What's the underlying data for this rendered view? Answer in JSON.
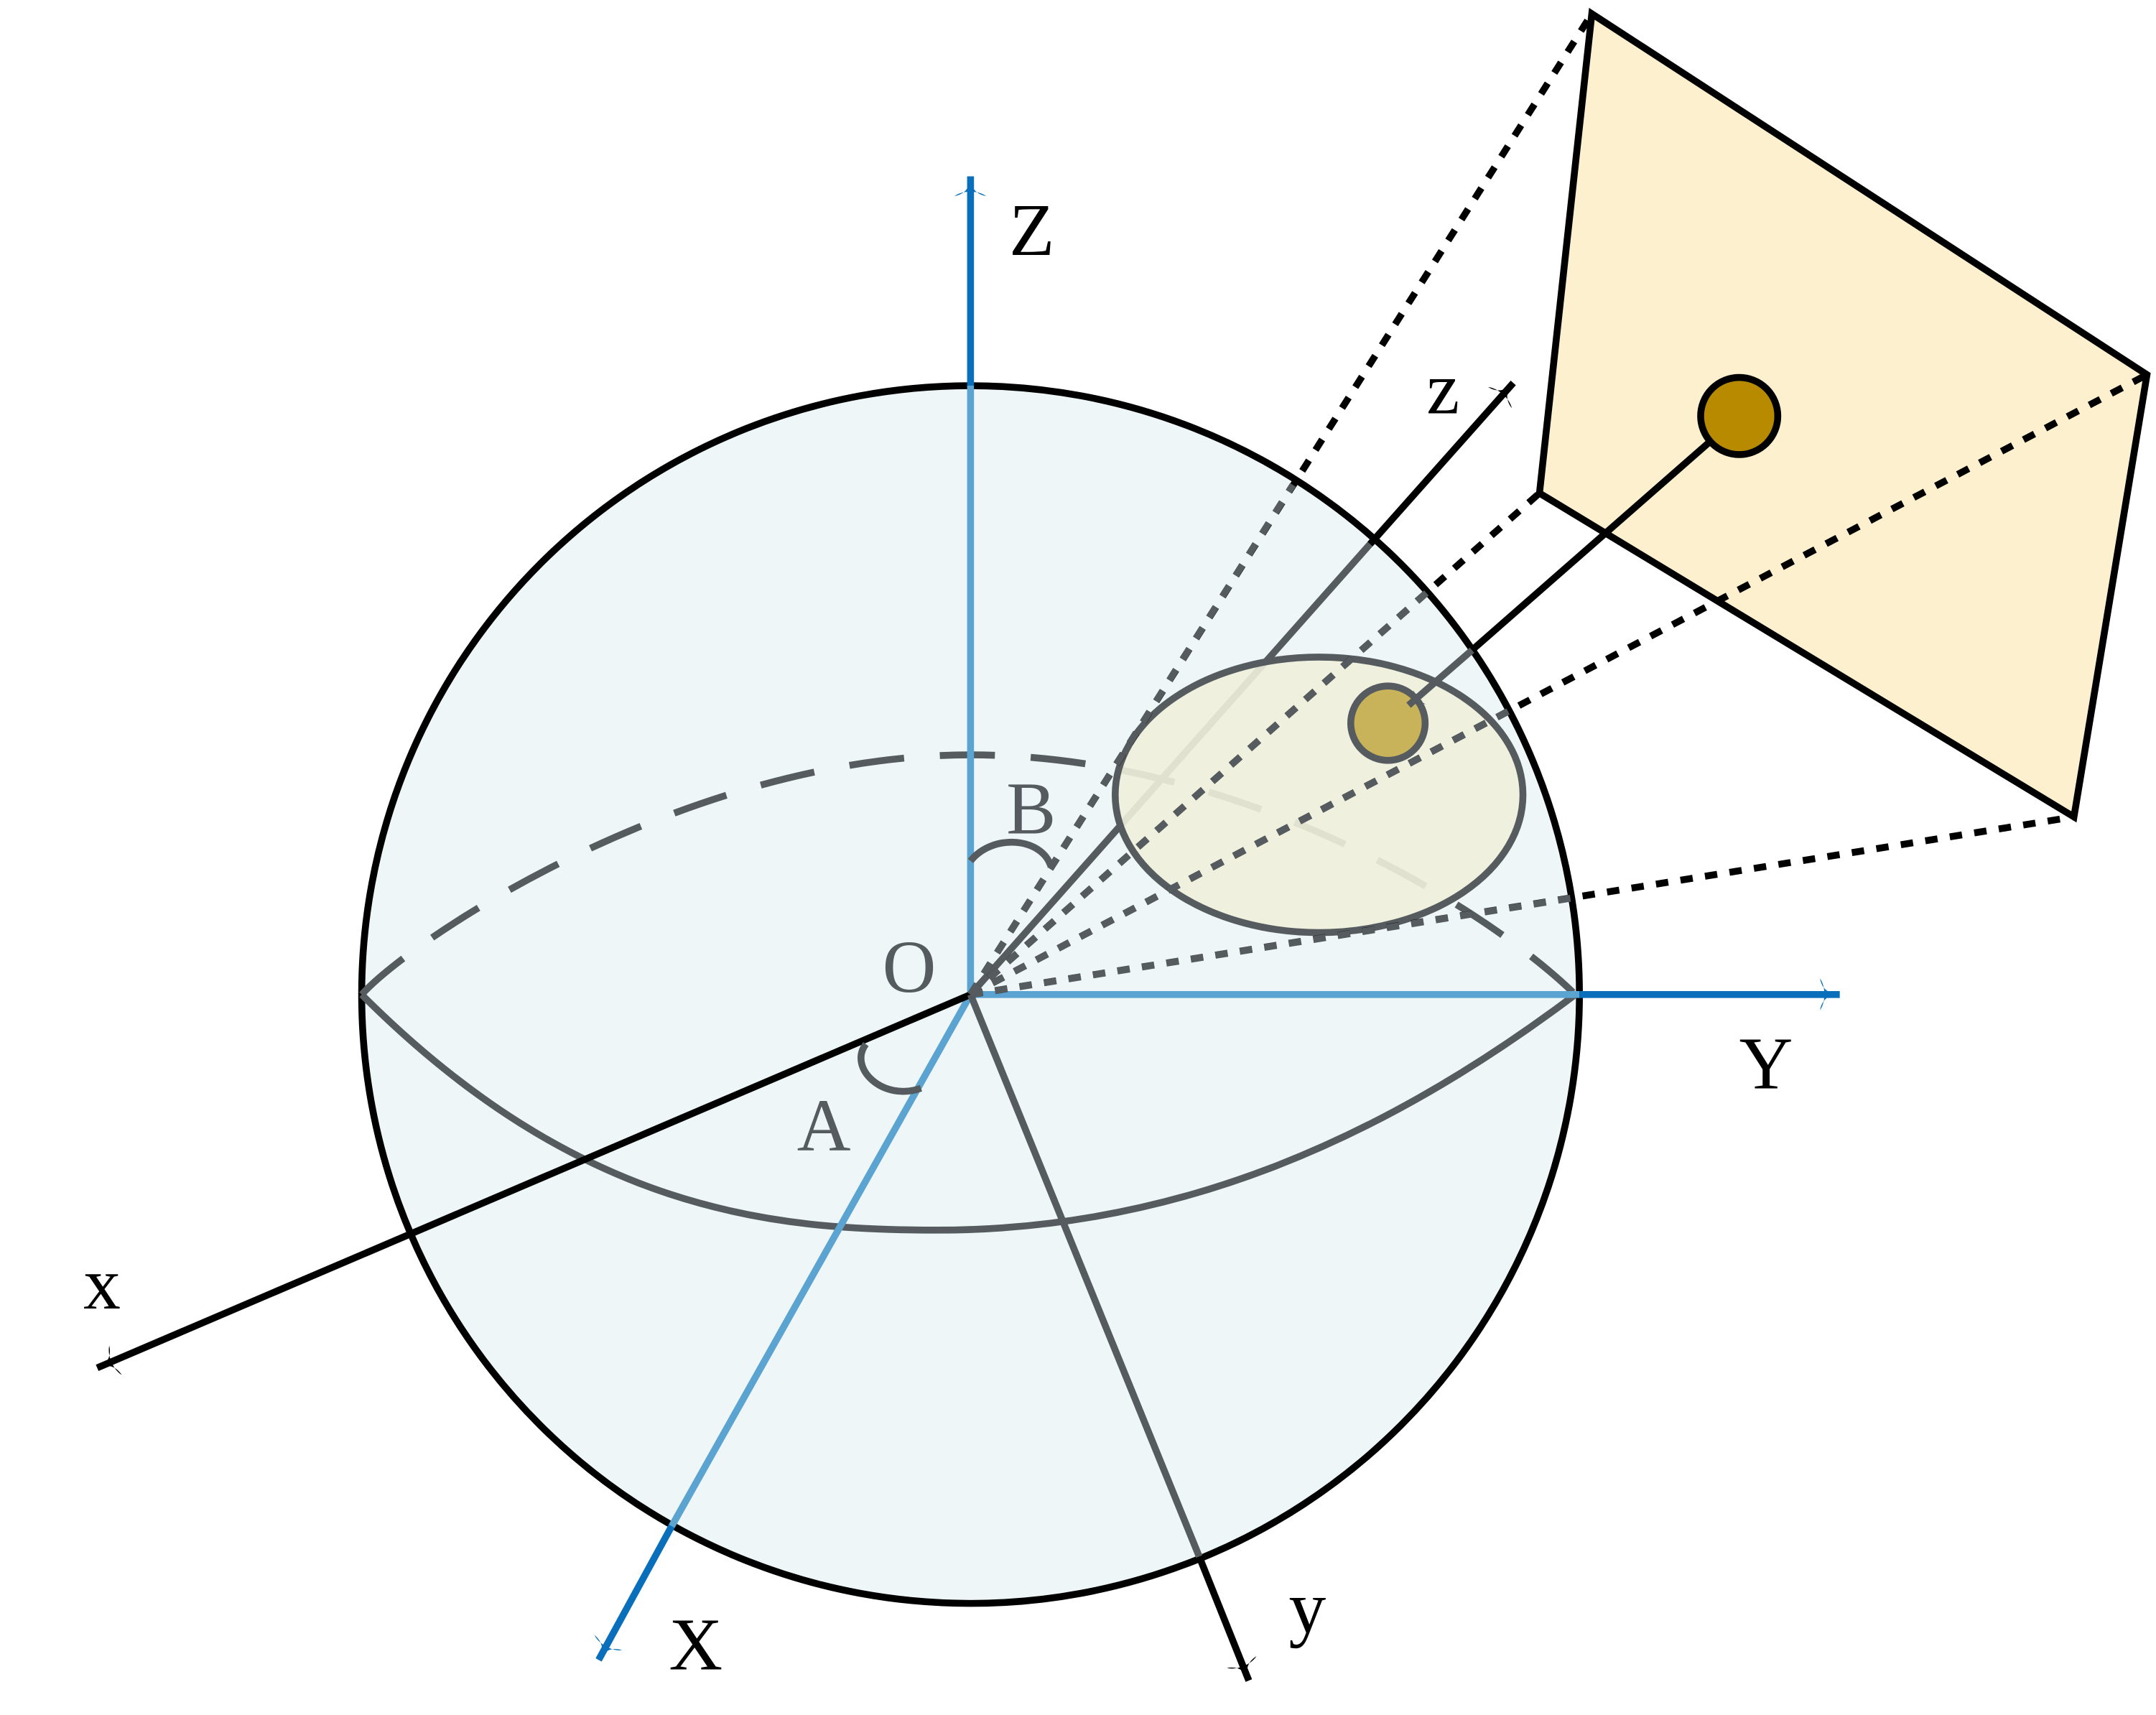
{
  "labels": {
    "world_z": "Z",
    "world_y": "Y",
    "world_x": "X",
    "origin": "O",
    "angle_b": "B",
    "angle_a": "A",
    "cam_x": "x",
    "cam_y": "y",
    "cam_z": "z"
  },
  "colors": {
    "sphere_fill": "#eef6f8",
    "world_axis": "#0a6fba",
    "world_axis_inner": "#5ba3d0",
    "cone_fill": "#f0efdc",
    "image_plane_fill": "#fdf0cf",
    "point_fill": "#b88a00",
    "projected_point_fill": "#c8b35a",
    "gray_line": "#555b5e"
  }
}
